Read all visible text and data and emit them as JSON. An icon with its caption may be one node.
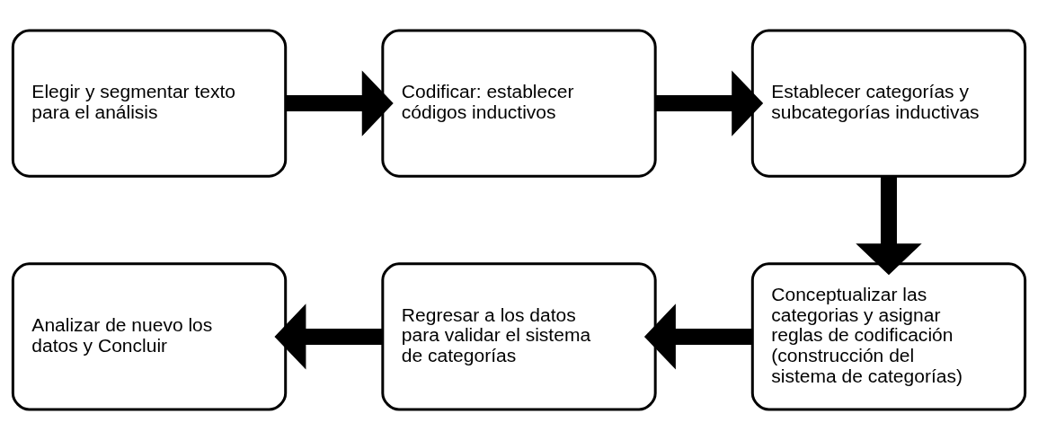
{
  "diagram": {
    "nodes": [
      {
        "text": [
          "Elegir y segmentar texto para el análisis"
        ]
      },
      {
        "text": [
          "Codificar: establecer códigos inductivos"
        ]
      },
      {
        "text": [
          "Establecer categorías y subcategorías inductivas"
        ]
      },
      {
        "text": [
          "Conceptualizar las categorias y asignar reglas de codificación (construcción del sistema de categorías)"
        ]
      },
      {
        "text": [
          "Regresar a los datos para validar el sistema de categorías"
        ]
      },
      {
        "text": [
          "Analizar de nuevo los datos y Concluir"
        ]
      }
    ],
    "edges": [
      {
        "from": 0,
        "to": 1,
        "arrow": "to"
      },
      {
        "from": 1,
        "to": 2,
        "arrow": "to"
      },
      {
        "from": 2,
        "to": 3,
        "arrow": "to"
      },
      {
        "from": 3,
        "to": 4,
        "arrow": "to"
      },
      {
        "from": 4,
        "to": 5,
        "arrow": "to"
      }
    ]
  }
}
